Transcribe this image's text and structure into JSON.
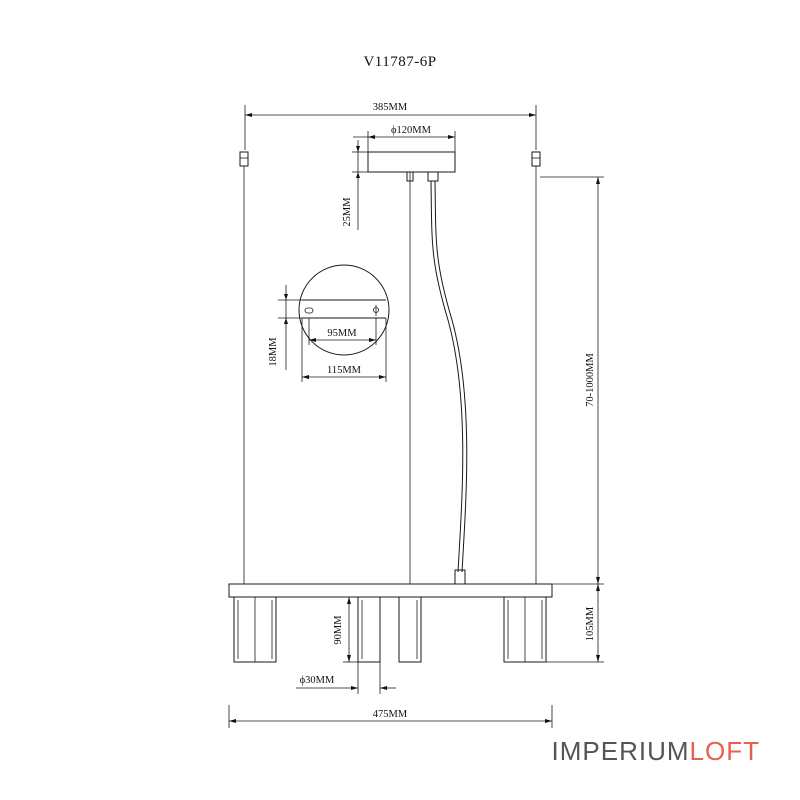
{
  "title": "V11787-6P",
  "dimensions": {
    "top_span": "385MM",
    "canopy_diameter": "ϕ120MM",
    "canopy_height": "25MM",
    "hole_spacing": "95MM",
    "plate_width": "115MM",
    "plate_height": "18MM",
    "cable_length": "70-1000MM",
    "shade_height": "90MM",
    "total_height": "105MM",
    "shade_diameter": "ϕ30MM",
    "total_width": "475MM"
  },
  "brand": {
    "part1": "IMPERIUM",
    "part2": "LOFT",
    "color1": "#555555",
    "color2": "#e8604a"
  }
}
